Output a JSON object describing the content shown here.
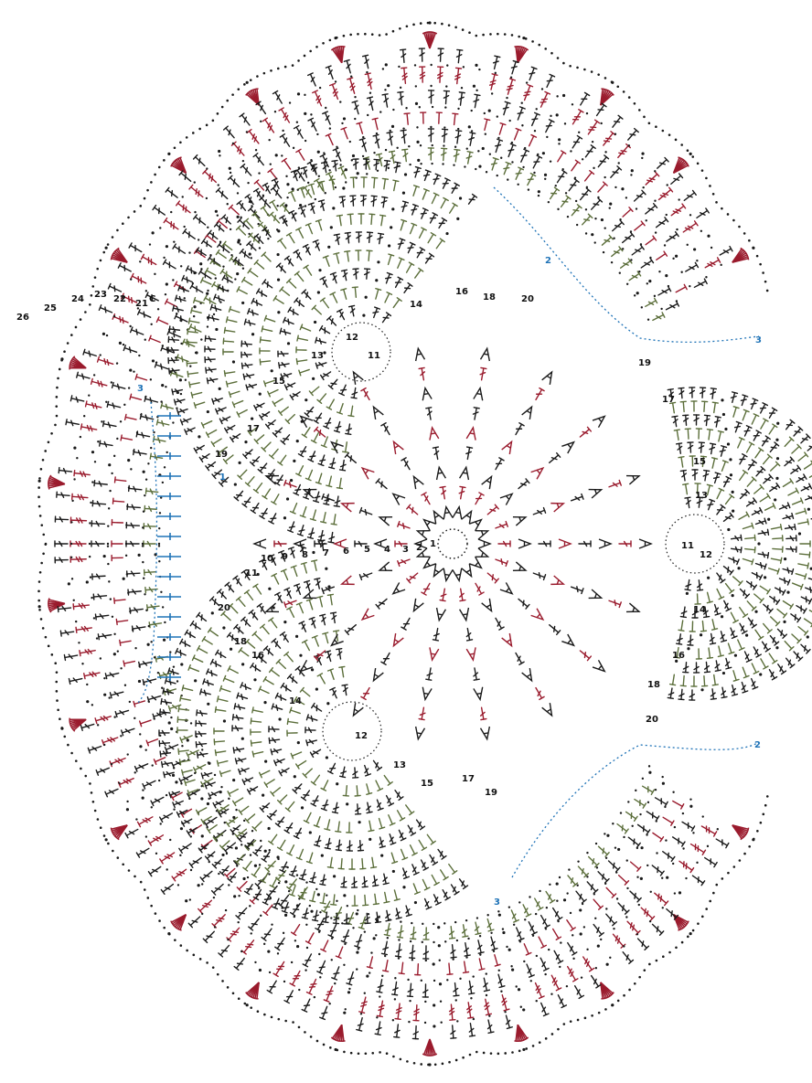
{
  "diagram": {
    "colors": {
      "black": "#1a1a1a",
      "red": "#9a1b2d",
      "green": "#5b6e3a",
      "blue": "#1f73b7",
      "dots": "#1a1a1a"
    },
    "row_labels_left": [
      "26",
      "25",
      "24",
      "23",
      "22",
      "21",
      "C"
    ],
    "row_labels_center": [
      "1",
      "2",
      "3",
      "4",
      "5",
      "6",
      "7",
      "8",
      "9",
      "10"
    ],
    "row_labels_upper_petal": [
      "11",
      "12",
      "13",
      "14",
      "15",
      "16",
      "17",
      "18",
      "19",
      "20"
    ],
    "row_labels_right_petal": [
      "11",
      "12",
      "13",
      "14",
      "15",
      "16",
      "17",
      "18",
      "19",
      "20"
    ],
    "row_labels_lower_petal": [
      "11",
      "12",
      "13",
      "14",
      "15",
      "16",
      "17",
      "18",
      "19",
      "20"
    ],
    "row_labels_blue": [
      "1",
      "2",
      "3"
    ]
  }
}
